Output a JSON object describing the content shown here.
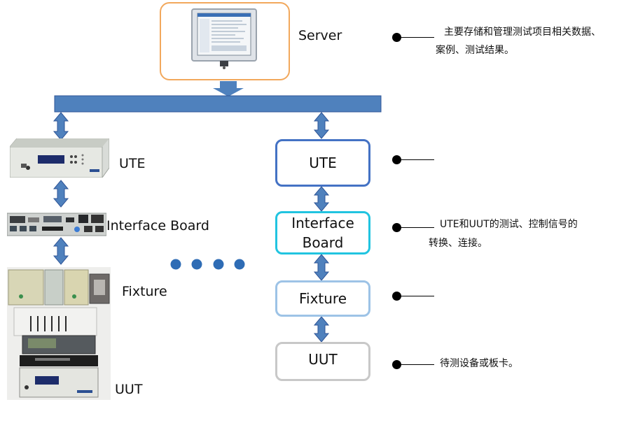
{
  "left": {
    "server_label": "Server",
    "ute_label": "UTE",
    "interface_label": "Interface Board",
    "fixture_label": "Fixture",
    "uut_label": "UUT"
  },
  "chain": {
    "ute": "UTE",
    "interface_line1": "Interface",
    "interface_line2": "Board",
    "fixture": "Fixture",
    "uut": "UUT"
  },
  "descriptions": {
    "server_line1": "主要存储和管理测试项目相关数据、",
    "server_line2": "案例、测试结果。",
    "interface_line1": "UTE和UUT的测试、控制信号的",
    "interface_line2": "转换、连接。",
    "uut_line1": "待测设备或板卡。"
  },
  "colors": {
    "server_border": "#f2a85c",
    "bus": "#4f81bd",
    "ute_border": "#4472c4",
    "interface_border": "#21c4e0",
    "fixture_border": "#9dc3e6",
    "uut_border": "#c8c8c8",
    "ellipsis_dot": "#2e6cb5"
  },
  "icons": [
    "server-monitor-icon",
    "ute-device-icon",
    "interface-board-icon",
    "fixture-equipment-icon",
    "ellipsis-icon"
  ]
}
